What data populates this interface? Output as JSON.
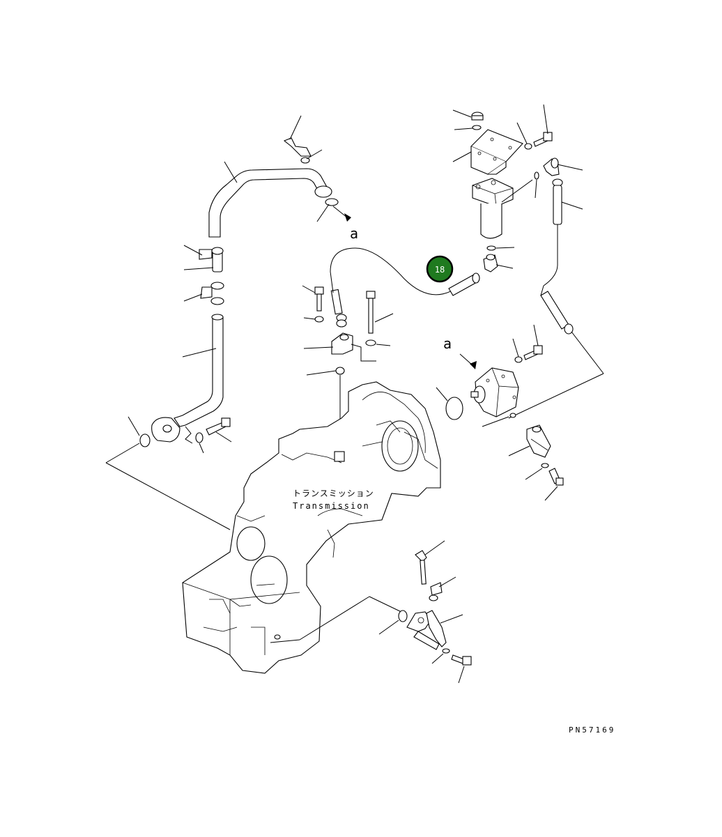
{
  "diagram": {
    "callout_number": "18",
    "callout_color": "#1f7a1f",
    "arrow_marker_top": "a",
    "arrow_marker_pump": "a",
    "part_label_jp": "トランスミッション",
    "part_label_en": "Transmission",
    "drawing_number": "PN57169"
  }
}
